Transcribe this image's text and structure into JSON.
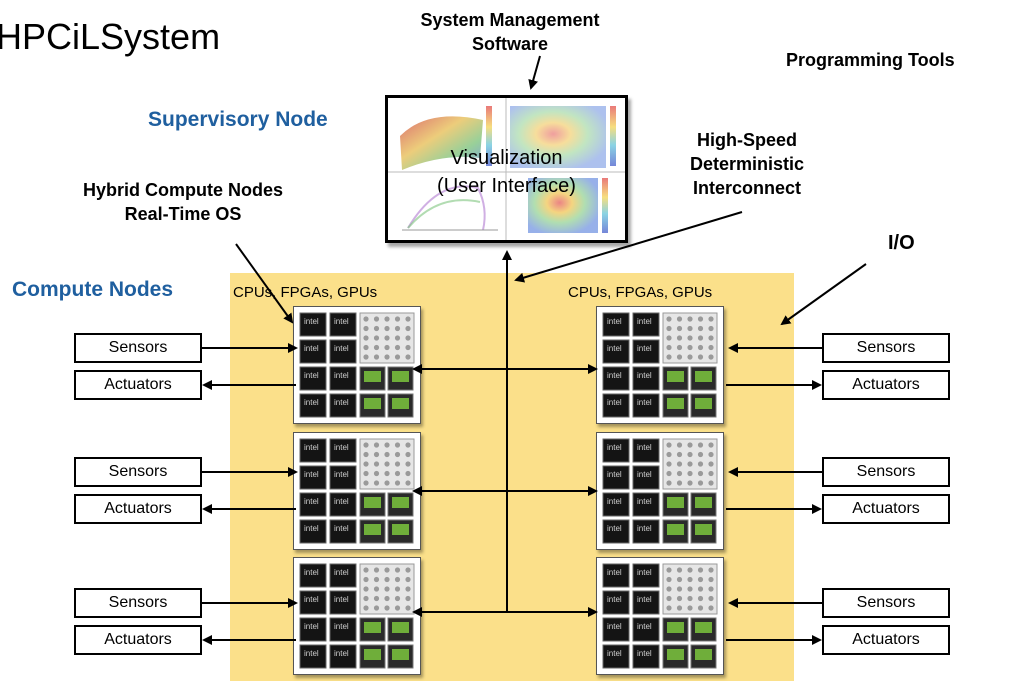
{
  "title": "HPCiLSystem",
  "labels": {
    "system_mgmt_line1": "System Management",
    "system_mgmt_line2": "Software",
    "programming_tools": "Programming Tools",
    "supervisory_node": "Supervisory Node",
    "visualization_line1": "Visualization",
    "visualization_line2": "(User Interface)",
    "high_speed_line1": "High-Speed",
    "high_speed_line2": "Deterministic",
    "high_speed_line3": "Interconnect",
    "hybrid_line1": "Hybrid Compute Nodes",
    "hybrid_line2": "Real-Time OS",
    "io": "I/O",
    "compute_nodes": "Compute Nodes",
    "cpus_left": "CPUs, FPGAs, GPUs",
    "cpus_right": "CPUs, FPGAs, GPUs"
  },
  "io_left": [
    {
      "sensors": "Sensors",
      "actuators": "Actuators"
    },
    {
      "sensors": "Sensors",
      "actuators": "Actuators"
    },
    {
      "sensors": "Sensors",
      "actuators": "Actuators"
    }
  ],
  "io_right": [
    {
      "sensors": "Sensors",
      "actuators": "Actuators"
    },
    {
      "sensors": "Sensors",
      "actuators": "Actuators"
    },
    {
      "sensors": "Sensors",
      "actuators": "Actuators"
    }
  ],
  "chip_text": "intel",
  "colors": {
    "accent_blue": "#1f5f9f",
    "background_panel": "#fbe08a"
  }
}
